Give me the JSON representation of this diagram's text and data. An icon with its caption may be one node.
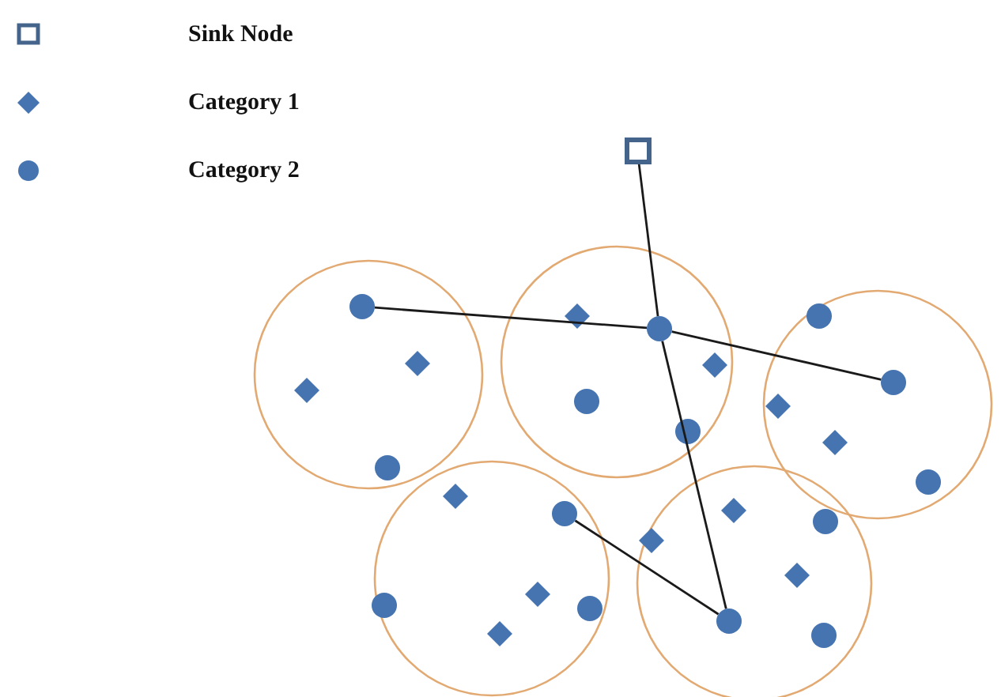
{
  "diagram": {
    "nodes": [
      {
        "text": [],
        "shape": "box"
      },
      {
        "text": [],
        "shape": "circle"
      },
      {
        "text": [],
        "shape": "circle"
      },
      {
        "text": [],
        "shape": "circle"
      },
      {
        "text": [],
        "shape": "circle"
      },
      {
        "text": [],
        "shape": "circle"
      }
    ],
    "edges": [
      {
        "from": 0,
        "to": 2,
        "arrow": "none"
      },
      {
        "from": 2,
        "to": 1,
        "arrow": "none"
      },
      {
        "from": 2,
        "to": 3,
        "arrow": "none"
      },
      {
        "from": 2,
        "to": 5,
        "arrow": "none"
      },
      {
        "from": 4,
        "to": 5,
        "arrow": "none"
      }
    ],
    "legend": [
      {
        "text": "Sink Node"
      },
      {
        "text": "Category 1"
      },
      {
        "text": "Category 2"
      }
    ]
  }
}
